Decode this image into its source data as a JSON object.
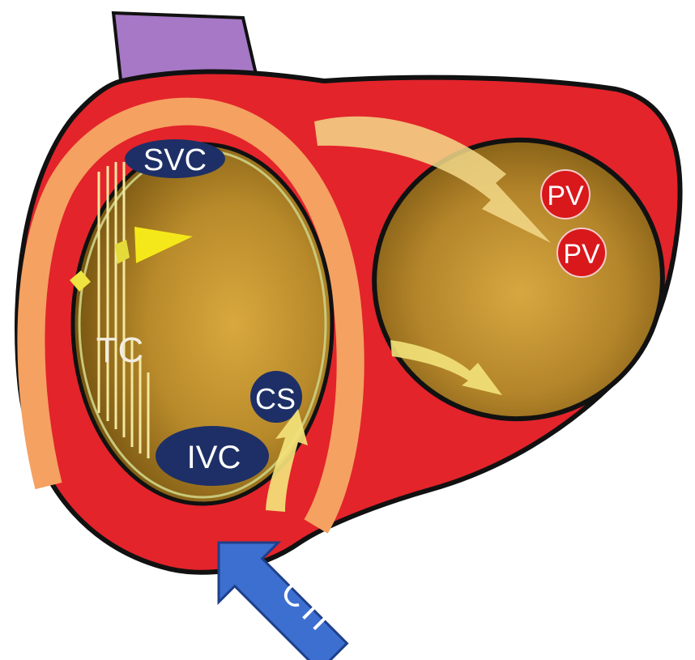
{
  "labels": {
    "svc": "SVC",
    "tc": "TC",
    "cs": "CS",
    "ivc": "IVC",
    "pv_upper": "PV",
    "pv_lower": "PV",
    "cti": "CTI"
  },
  "colors": {
    "heart_red": "#e3242b",
    "outline": "#111111",
    "svc_vessel": "#a678c6",
    "orange_ring": "#f5a161",
    "atrium_gold_dark": "#8a6416",
    "atrium_gold_light": "#d6a43a",
    "vessel_navy": "#1d2f66",
    "pv_red": "#d8181b",
    "yellow_arrow": "#f3e27a",
    "yellow_marker": "#f5e81a",
    "cti_blue": "#3d6fd0",
    "label_text": "#ffffff"
  }
}
